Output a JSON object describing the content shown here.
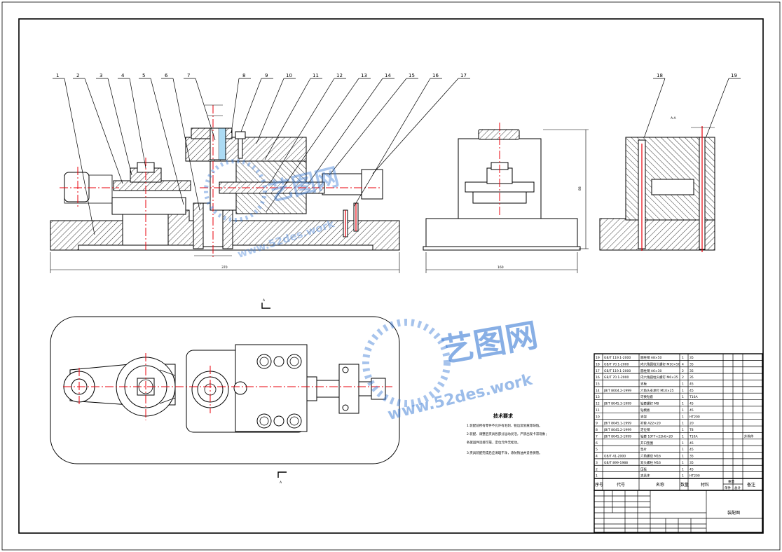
{
  "part_numbers": [
    "1",
    "2",
    "3",
    "4",
    "5",
    "6",
    "7",
    "8",
    "9",
    "10",
    "11",
    "12",
    "13",
    "14",
    "15",
    "16",
    "17",
    "18",
    "19"
  ],
  "section_markers": {
    "top": "A",
    "bottom": "A",
    "side": "A-A"
  },
  "watermark": {
    "brand": "艺图网",
    "url": "www.52des.work",
    "color": "#3a7bd5"
  },
  "notes": {
    "title": "技术要求",
    "lines": [
      "1.装配前所有零件不允许有毛刺、锐边及划痕等缺陷。",
      "2.装配、调整后夹具各部分运动灵活，严禁出现卡滞现象；",
      "各紧固件连接可靠，定位元件无松动。",
      "3.夹具装配完成后应清理干净，涂防锈油并妥善保管。"
    ]
  },
  "bom": {
    "headers": [
      "序号",
      "代号",
      "名称",
      "数量",
      "材料",
      "单件",
      "总计",
      "备注"
    ],
    "weight_label": "重量",
    "rows": [
      {
        "no": "19",
        "code": "GB/T 119.1-2000",
        "name": "圆柱销 A8×50",
        "qty": "1",
        "mat": "35",
        "remark": ""
      },
      {
        "no": "18",
        "code": "GB/T 70.1-2000",
        "name": "内六角圆柱头螺钉 M10×50",
        "qty": "4",
        "mat": "35",
        "remark": ""
      },
      {
        "no": "17",
        "code": "GB/T 119.1-2000",
        "name": "圆柱销 A6×30",
        "qty": "2",
        "mat": "35",
        "remark": ""
      },
      {
        "no": "16",
        "code": "GB/T 70.1-2000",
        "name": "内六角圆柱头螺钉 M6×25",
        "qty": "2",
        "mat": "35",
        "remark": ""
      },
      {
        "no": "15",
        "code": "",
        "name": "支板",
        "qty": "1",
        "mat": "45",
        "remark": ""
      },
      {
        "no": "14",
        "code": "JB/T 8004.2-1999",
        "name": "六角头支承钉 M10×25",
        "qty": "1",
        "mat": "45",
        "remark": ""
      },
      {
        "no": "13",
        "code": "",
        "name": "可换钻套",
        "qty": "1",
        "mat": "T10A",
        "remark": ""
      },
      {
        "no": "12",
        "code": "JB/T 8045.3-1999",
        "name": "钻套螺钉 M8",
        "qty": "1",
        "mat": "45",
        "remark": ""
      },
      {
        "no": "11",
        "code": "",
        "name": "钻模板",
        "qty": "1",
        "mat": "45",
        "remark": ""
      },
      {
        "no": "10",
        "code": "",
        "name": "支架",
        "qty": "1",
        "mat": "HT200",
        "remark": ""
      },
      {
        "no": "9",
        "code": "JB/T 8045.1-1999",
        "name": "衬套 A22×20",
        "qty": "1",
        "mat": "20",
        "remark": ""
      },
      {
        "no": "8",
        "code": "JB/T 8045.2-1999",
        "name": "定位销",
        "qty": "1",
        "mat": "T8",
        "remark": ""
      },
      {
        "no": "7",
        "code": "JB/T 8045.3-1999",
        "name": "钻套 10F7×22k6×20",
        "qty": "1",
        "mat": "T10A",
        "remark": "外购件"
      },
      {
        "no": "6",
        "code": "",
        "name": "开口垫圈",
        "qty": "1",
        "mat": "45",
        "remark": ""
      },
      {
        "no": "5",
        "code": "",
        "name": "垫片",
        "qty": "1",
        "mat": "45",
        "remark": ""
      },
      {
        "no": "4",
        "code": "GB/T 41-2000",
        "name": "六角螺母 M16",
        "qty": "1",
        "mat": "35",
        "remark": ""
      },
      {
        "no": "3",
        "code": "GB/T 899-1988",
        "name": "双头螺柱 M16",
        "qty": "1",
        "mat": "35",
        "remark": ""
      },
      {
        "no": "2",
        "code": "",
        "name": "压板",
        "qty": "1",
        "mat": "45",
        "remark": ""
      },
      {
        "no": "1",
        "code": "",
        "name": "夹具体",
        "qty": "1",
        "mat": "HT200",
        "remark": ""
      }
    ]
  },
  "title_block": {
    "drawing_name": "装配图"
  },
  "dimensions": {
    "front_overall_width": "370",
    "side_overall_width": "160",
    "side_overall_height": "88"
  }
}
